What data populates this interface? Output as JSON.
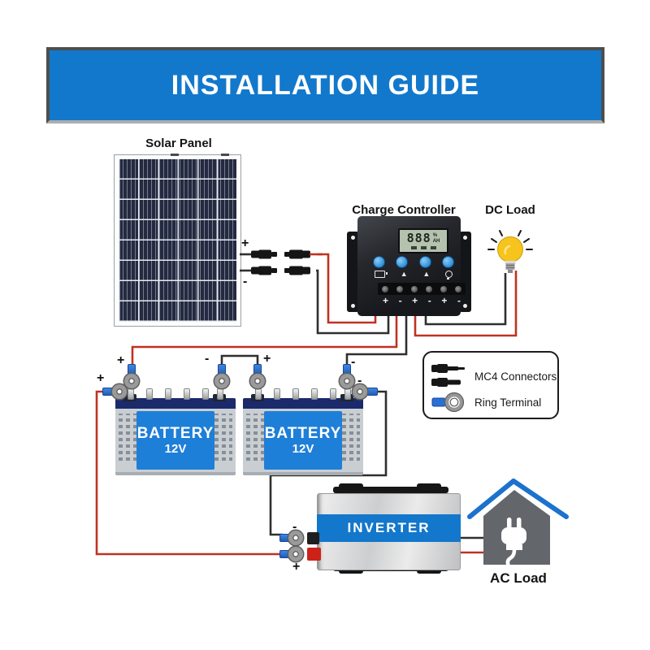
{
  "header": {
    "title": "INSTALLATION GUIDE"
  },
  "components": {
    "solar_panel": {
      "label": "Solar Panel"
    },
    "charge_controller": {
      "label": "Charge Controller",
      "display": {
        "value": "888",
        "unit_top": "%",
        "unit_bottom": "AH"
      },
      "terminals": [
        "+",
        "-",
        "+",
        "-",
        "+",
        "-"
      ]
    },
    "dc_load": {
      "label": "DC Load"
    },
    "battery1": {
      "name": "BATTERY",
      "voltage": "12V"
    },
    "battery2": {
      "name": "BATTERY",
      "voltage": "12V"
    },
    "inverter": {
      "label": "INVERTER"
    },
    "ac_load": {
      "label": "AC Load"
    }
  },
  "legend": {
    "items": [
      {
        "icon": "mc4-connector-icon",
        "label": "MC4 Connectors"
      },
      {
        "icon": "ring-terminal-icon",
        "label": "Ring Terminal"
      }
    ]
  },
  "polarity": {
    "plus": "+",
    "minus": "-"
  },
  "colors": {
    "banner_blue": "#1278cc",
    "battery_blue": "#1e7fd8",
    "stripe_blue": "#1377cb",
    "wire_red": "#bf3222",
    "wire_black": "#2f2f2f",
    "bulb_yellow": "#f6c41c",
    "roof_blue": "#1c72cc",
    "house_gray": "#63666a",
    "lcd_green": "#b4c2ae",
    "sleeve_blue": "#2a6fd4"
  }
}
